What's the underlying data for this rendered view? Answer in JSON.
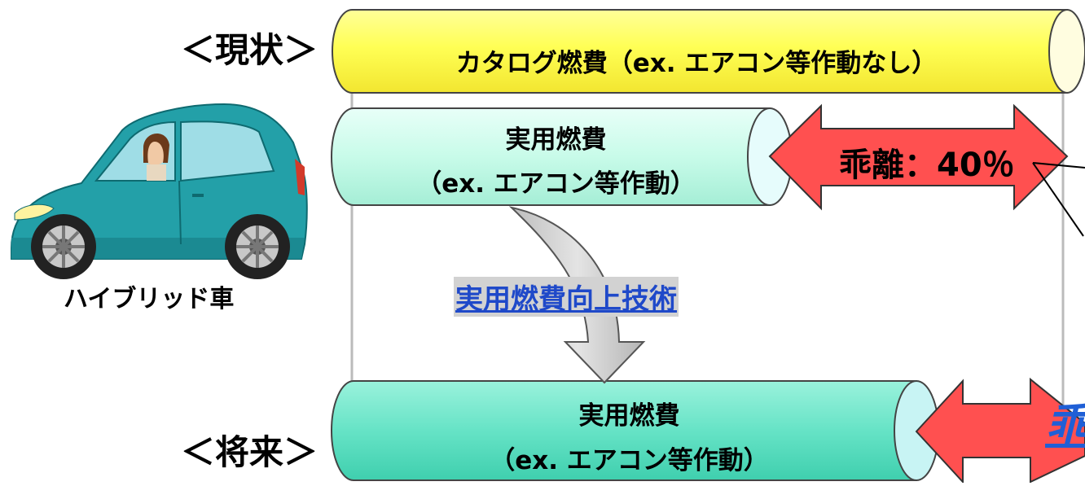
{
  "labels": {
    "current": "＜現状＞",
    "future": "＜将来＞",
    "car": "ハイブリッド車"
  },
  "catalog_bar": {
    "text": "カタログ燃費（ex. エアコン等作動なし）"
  },
  "real_bar_current": {
    "line1": "実用燃費",
    "line2": "（ex. エアコン等作動）"
  },
  "real_bar_future": {
    "line1": "実用燃費",
    "line2": "（ex. エアコン等作動）"
  },
  "technology_link": "実用燃費向上技術",
  "gap_arrow": {
    "label": "乖離：40％"
  },
  "cut_off_text": "乖",
  "colors": {
    "catalog_fill": "#ffff66",
    "real_current_fill": "#ccffee",
    "real_future_fill": "#66e6cc",
    "gap_arrow_fill": "#ff5050",
    "link_text": "#1f49c9",
    "car_body": "#23a0a8"
  }
}
